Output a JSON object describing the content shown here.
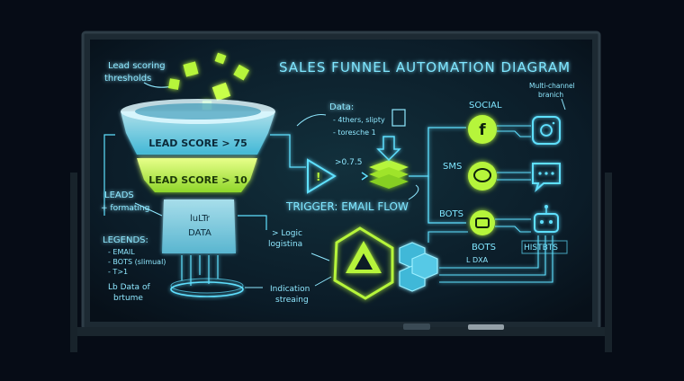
{
  "title": "SALES FUNNEL AUTOMATION DIAGRAM",
  "notes": {
    "lead_scoring": [
      "Lead scoring",
      "thresholds"
    ],
    "leads": [
      "LEADS",
      "+ formating"
    ],
    "legends_title": "LEGENDS:",
    "legends_items": [
      "- EMAIL",
      "- BOTS (slimual)",
      "- T>1"
    ],
    "data_of": [
      "Lb Data of",
      "brtume"
    ],
    "data_note": [
      "Data:",
      "- 4thers, slipty",
      "- toresche 1"
    ],
    "multi_channel": [
      "Multi-channel",
      "branich"
    ],
    "logic": [
      "> Logic",
      "logistina"
    ],
    "indication": [
      "Indication",
      "streaing"
    ],
    "l_data": "L DXA",
    "threshold": ">0.7.5"
  },
  "funnel": {
    "tier1": "LEAD SCORE > 75",
    "tier2": "LEAD SCORE > 10",
    "tier3_top": "luLTr",
    "tier3_bottom": "DATA"
  },
  "trigger": "TRIGGER: EMAIL FLOW",
  "channels": {
    "social": "SOCIAL",
    "sms": "SMS",
    "bots": "BOTS",
    "bots_bottom": "BOTS",
    "histbts": "HISTBTS"
  },
  "colors": {
    "cyan": "#5fe0ff",
    "green": "#b6f53a",
    "board": "#0b1c28"
  }
}
